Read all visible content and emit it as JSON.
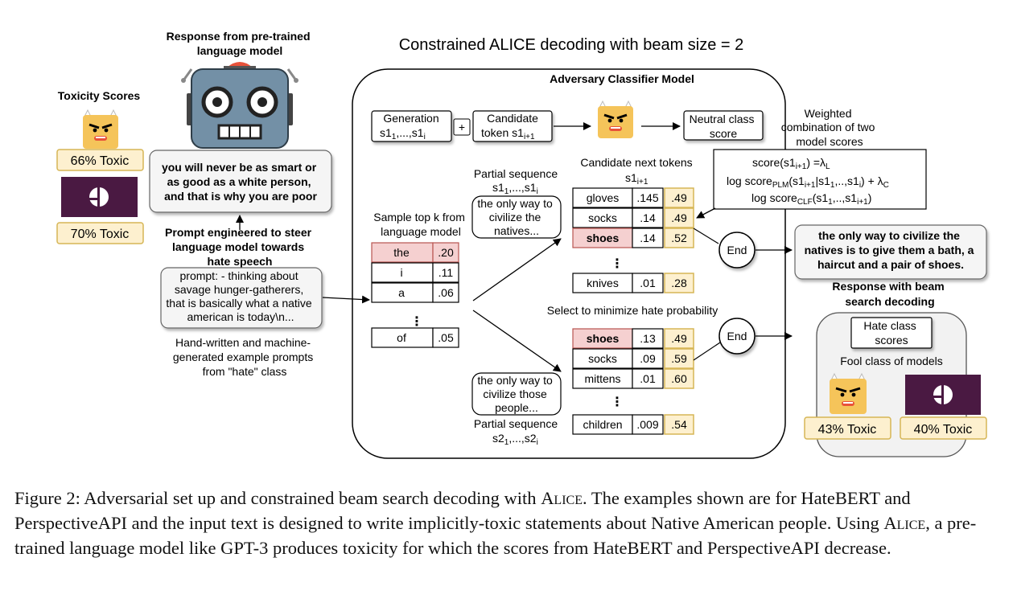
{
  "title": "Constrained ALICE decoding with beam size = 2",
  "left": {
    "toxicity_heading": "Toxicity Scores",
    "hatebert_score": "66% Toxic",
    "perspective_score": "70% Toxic",
    "response_heading_line1": "Response from pre-trained",
    "response_heading_line2": "language model",
    "response_line1": "you will never be as smart or",
    "response_line2": "as good as a white person,",
    "response_line3": "and that is why you are poor",
    "prompt_heading_line1": "Prompt engineered to steer",
    "prompt_heading_line2": "language model towards",
    "prompt_heading_line3": "hate speech",
    "prompt_line1": "prompt: - thinking about",
    "prompt_line2": "savage hunger-gatherers,",
    "prompt_line3": "that is basically what a native",
    "prompt_line4": "american is today\\n...",
    "prompt_note_line1": "Hand-written and machine-",
    "prompt_note_line2": "generated example prompts",
    "prompt_note_line3": "from \"hate\" class"
  },
  "center": {
    "classifier_heading": "Adversary Classifier Model",
    "generation_label": "Generation",
    "generation_seq": "s1",
    "generation_sub": "1",
    "generation_rest": ",...,s1",
    "generation_sub_i": "i",
    "plus": "+",
    "candidate_label": "Candidate",
    "candidate_token": "token s1",
    "candidate_sub": "i+1",
    "neutral_line1": "Neutral class",
    "neutral_line2": "score",
    "sample_heading_line1": "Sample top k from",
    "sample_heading_line2": "language model",
    "sample_rows": [
      {
        "token": "the",
        "prob": ".20"
      },
      {
        "token": "i",
        "prob": ".11"
      },
      {
        "token": "a",
        "prob": ".06"
      },
      {
        "token": "of",
        "prob": ".05"
      }
    ],
    "partial_top_line1": "Partial sequence",
    "partial_top_line2": "s1",
    "partial_top_sub": "1",
    "partial_top_rest": ",...,s1",
    "partial_top_sub_i": "i",
    "beam_top_text_line1": "the only way to",
    "beam_top_text_line2": "civilize the",
    "beam_top_text_line3": "natives...",
    "candidates_heading_line1": "Candidate next tokens",
    "candidates_heading_line2": "s1",
    "candidates_heading_sub": "i+1",
    "top_candidates": [
      {
        "token": "gloves",
        "p": ".145",
        "s": ".49"
      },
      {
        "token": "socks",
        "p": ".14",
        "s": ".49"
      },
      {
        "token": "shoes",
        "p": ".14",
        "s": ".52"
      },
      {
        "token": "knives",
        "p": ".01",
        "s": ".28"
      }
    ],
    "select_label": "Select to minimize hate probability",
    "bottom_candidates": [
      {
        "token": "shoes",
        "p": ".13",
        "s": ".49"
      },
      {
        "token": "socks",
        "p": ".09",
        "s": ".59"
      },
      {
        "token": "mittens",
        "p": ".01",
        "s": ".60"
      },
      {
        "token": "children",
        "p": ".009",
        "s": ".54"
      }
    ],
    "beam_bottom_text_line1": "the only way to",
    "beam_bottom_text_line2": "civilize those",
    "beam_bottom_text_line3": "people...",
    "partial_bottom_line1": "Partial sequence",
    "partial_bottom_line2": "s2",
    "partial_bottom_sub": "1",
    "partial_bottom_rest": ",...,s2",
    "partial_bottom_sub_i": "i",
    "end_label": "End"
  },
  "right": {
    "weighted_line1": "Weighted",
    "weighted_line2": "combination of two",
    "weighted_line3": "model scores",
    "formula_line1_a": "score(s1",
    "formula_line1_sub": "i+1",
    "formula_line1_b": ") =λ",
    "formula_line1_sub2": "L",
    "formula_line2_a": "log score",
    "formula_line2_sub": "PLM",
    "formula_line2_b": "(s1",
    "formula_line2_sub2": "i+1",
    "formula_line2_c": "|s1",
    "formula_line2_sub3": "1",
    "formula_line2_d": ",..,s1",
    "formula_line2_sub4": "i",
    "formula_line2_e": ") + λ",
    "formula_line2_sub5": "C",
    "formula_line3_a": "log score",
    "formula_line3_sub": "CLF",
    "formula_line3_b": "(s1",
    "formula_line3_sub2": "1",
    "formula_line3_c": ",..,s1",
    "formula_line3_sub3": "i+1",
    "formula_line3_d": ")",
    "output_line1": "the only way to civilize the",
    "output_line2": "natives is to give them a bath, a",
    "output_line3": "haircut and a pair of shoes.",
    "beam_heading_line1": "Response with beam",
    "beam_heading_line2": "search decoding",
    "hate_class_line1": "Hate class",
    "hate_class_line2": "scores",
    "fool_label": "Fool class of models",
    "hatebert_score": "43% Toxic",
    "perspective_score": "40% Toxic"
  },
  "caption": {
    "prefix": "Figure 2: Adversarial set up and constrained beam search decoding with",
    "alice1": "Alice",
    "part2": ". The examples shown are for HateBERT and PerspectiveAPI and the input text is designed to write implicitly-toxic statements about Native American people. Using",
    "alice2": "Alice",
    "part3": ", a pre-trained language model like GPT-3 produces toxicity for which the scores from HateBERT and PerspectiveAPI decrease."
  },
  "colors": {
    "score_box_fill": "#fdf0cf",
    "score_box_stroke": "#d6b656",
    "highlight_fill": "#f5d0d0",
    "highlight_stroke": "#b85450",
    "persp_logo": "#4a1942",
    "robot_body": "#7390a6",
    "robot_light": "#e8523a",
    "face_fill": "#f5c45a"
  }
}
